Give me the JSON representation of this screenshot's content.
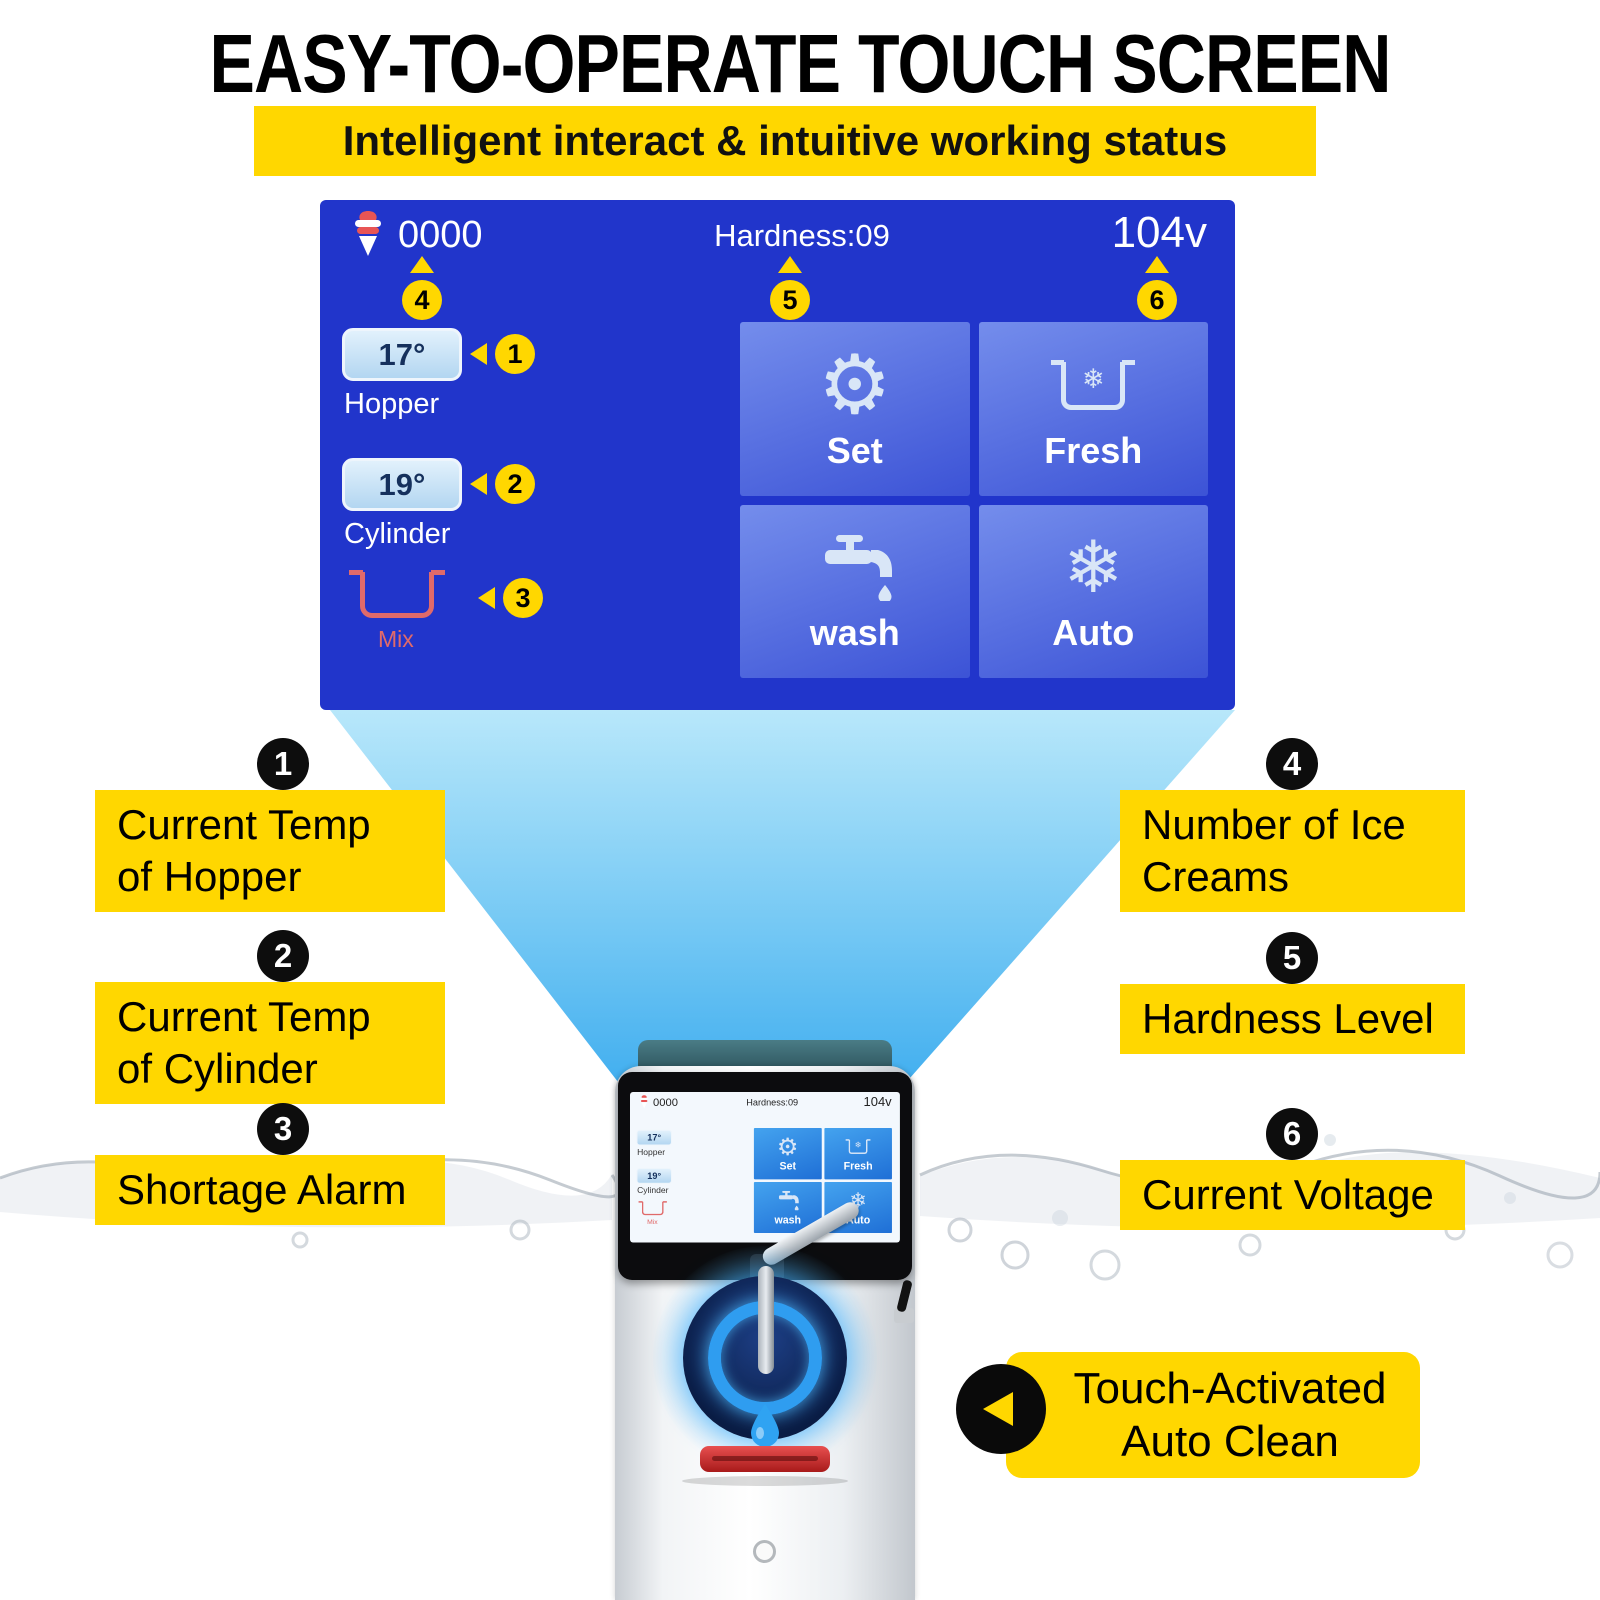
{
  "header": {
    "title": "EASY-TO-OPERATE TOUCH SCREEN",
    "subtitle": "Intelligent interact & intuitive working status"
  },
  "screen": {
    "counter": "0000",
    "hardness_label": "Hardness:09",
    "voltage": "104v",
    "hopper_temp": "17°",
    "hopper_label": "Hopper",
    "cylinder_temp": "19°",
    "cylinder_label": "Cylinder",
    "mix_label": "Mix",
    "markers": {
      "hopper": "1",
      "cylinder": "2",
      "mix": "3",
      "counter": "4",
      "hardness": "5",
      "voltage": "6"
    },
    "tiles": [
      {
        "label": "Set",
        "icon": "gear-icon"
      },
      {
        "label": "Fresh",
        "icon": "fresh-bowl-snowflake-icon"
      },
      {
        "label": "wash",
        "icon": "faucet-icon"
      },
      {
        "label": "Auto",
        "icon": "snowflake-icon"
      }
    ]
  },
  "callouts": [
    {
      "num": "1",
      "line1": "Current Temp",
      "line2": "of Hopper"
    },
    {
      "num": "2",
      "line1": "Current Temp",
      "line2": "of Cylinder"
    },
    {
      "num": "3",
      "line1": "Shortage Alarm",
      "line2": ""
    },
    {
      "num": "4",
      "line1": "Number of Ice",
      "line2": "Creams"
    },
    {
      "num": "5",
      "line1": "Hardness Level",
      "line2": ""
    },
    {
      "num": "6",
      "line1": "Current Voltage",
      "line2": ""
    }
  ],
  "footer": {
    "auto_clean_line1": "Touch-Activated",
    "auto_clean_line2": "Auto Clean"
  },
  "colors": {
    "accent_yellow": "#FFD700",
    "screen_blue": "#2135CB",
    "tile_blue": "#4A67DD",
    "beam_blue": "#4FBBEF",
    "alarm_red": "#E06A6A"
  }
}
